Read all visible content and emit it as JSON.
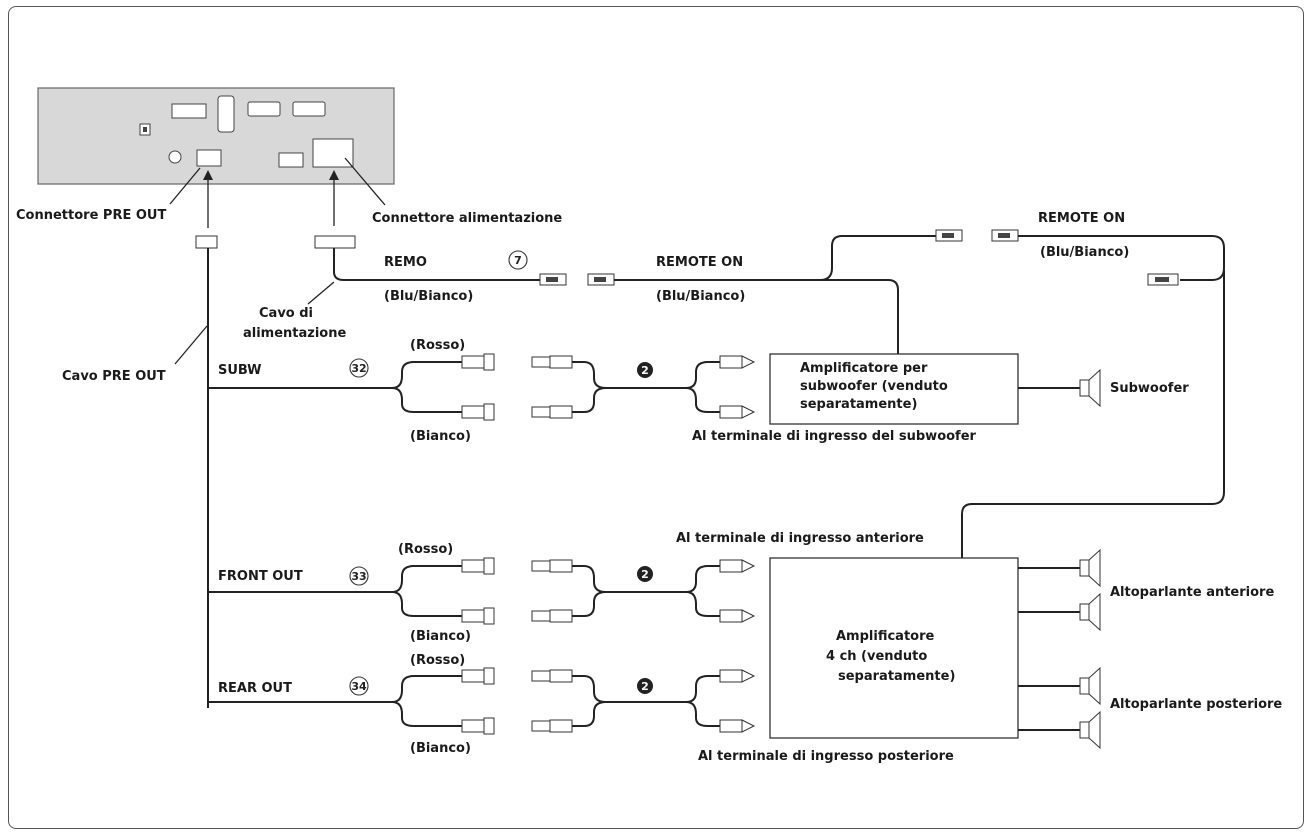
{
  "labels": {
    "connettore_pre_out": "Connettore PRE OUT",
    "connettore_alimentazione": "Connettore alimentazione",
    "cavo_di": "Cavo di",
    "alimentazione": "alimentazione",
    "cavo_pre_out": "Cavo PRE OUT",
    "remo": "REMO",
    "blu_bianco": "(Blu/Bianco)",
    "remote_on": "REMOTE ON",
    "subw": "SUBW",
    "front_out": "FRONT OUT",
    "rear_out": "REAR OUT",
    "rosso": "(Rosso)",
    "bianco": "(Bianco)",
    "amp_sub_line1": "Amplificatore per",
    "amp_sub_line2": "subwoofer (venduto",
    "amp_sub_line3": "separatamente)",
    "al_term_sub": "Al terminale di ingresso del subwoofer",
    "subwoofer": "Subwoofer",
    "al_term_ant": "Al terminale di ingresso anteriore",
    "al_term_post": "Al terminale di ingresso posteriore",
    "amp4_line1": "Amplificatore",
    "amp4_line2": "4 ch (venduto",
    "amp4_line3": "separatamente)",
    "altop_ant": "Altoparlante anteriore",
    "altop_post": "Altoparlante posteriore"
  },
  "numbers": {
    "n7": "7",
    "n32": "32",
    "n33": "33",
    "n34": "34",
    "n2": "2"
  }
}
